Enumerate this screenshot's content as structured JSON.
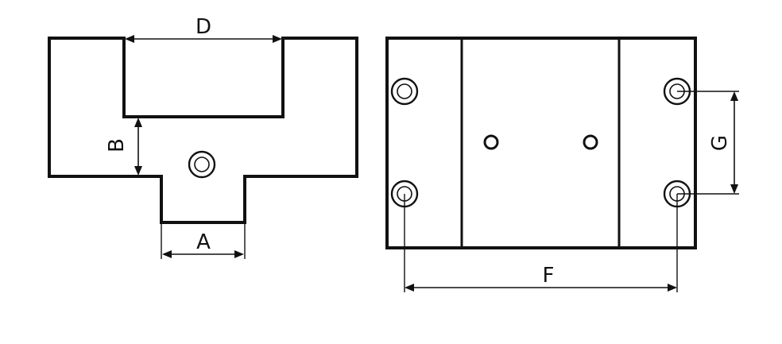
{
  "labels": {
    "A": "A",
    "B": "B",
    "D": "D",
    "F": "F",
    "G": "G"
  },
  "colors": {
    "line": "#111111",
    "background": "#ffffff"
  }
}
